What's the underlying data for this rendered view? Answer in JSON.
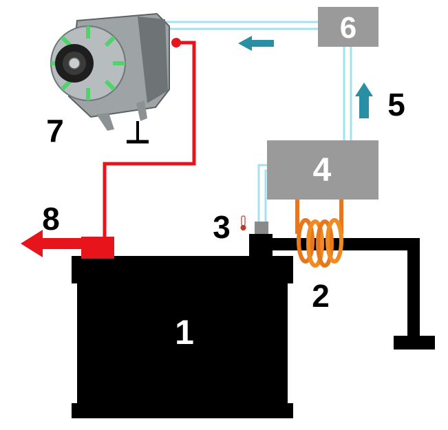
{
  "labels": {
    "battery": "1",
    "shunt_coil": "2",
    "temp_sensor": "3",
    "module4": "4",
    "flow_arrow": "5",
    "module6": "6",
    "alternator": "7",
    "output": "8"
  },
  "colors": {
    "battery": "#000000",
    "power_line": "#e8141c",
    "signal_line": "#9fe3ef",
    "signal_arrow": "#2a8ea4",
    "module_box": "#9a9a9a",
    "module_text": "#ffffff",
    "coil": "#e8761a",
    "label_text": "#000000"
  },
  "icons": {
    "thermometer": "thermometer-icon",
    "ground": "ground-symbol-icon",
    "alternator": "alternator-icon"
  }
}
